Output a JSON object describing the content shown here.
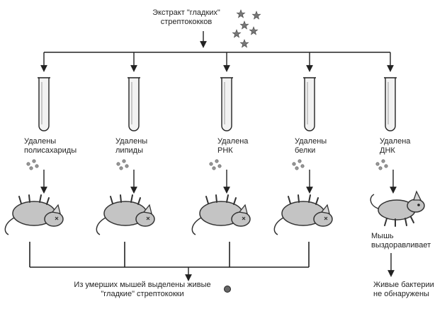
{
  "extract": {
    "line1": "Экстракт \"гладких\"",
    "line2": "стрептококков"
  },
  "tubes": [
    {
      "line1": "Удалены",
      "line2": "полисахариды",
      "outcome": "dead"
    },
    {
      "line1": "Удалены",
      "line2": "липиды",
      "outcome": "dead"
    },
    {
      "line1": "Удалена",
      "line2": "РНК",
      "outcome": "dead"
    },
    {
      "line1": "Удалены",
      "line2": "белки",
      "outcome": "dead"
    },
    {
      "line1": "Удалена",
      "line2": "ДНК",
      "outcome": "alive"
    }
  ],
  "recovers": {
    "line1": "Мышь",
    "line2": "выздоравливает"
  },
  "bottom": {
    "line1": "Из умерших мышей выделены живые",
    "line2": "\"гладкие\" стрептококки"
  },
  "no_bacteria": {
    "line1": "Живые бактерии",
    "line2": "не обнаружены"
  },
  "colors": {
    "line": "#222222",
    "mouse_fill": "#c4c4c4",
    "mouse_stroke": "#333333",
    "tube_fill": "#f2f2f2",
    "star": "#777777"
  },
  "icons": {
    "star": "star-icon",
    "bacteria": "bacteria-dots-icon",
    "mouse": "mouse-icon",
    "tube": "test-tube-icon"
  }
}
